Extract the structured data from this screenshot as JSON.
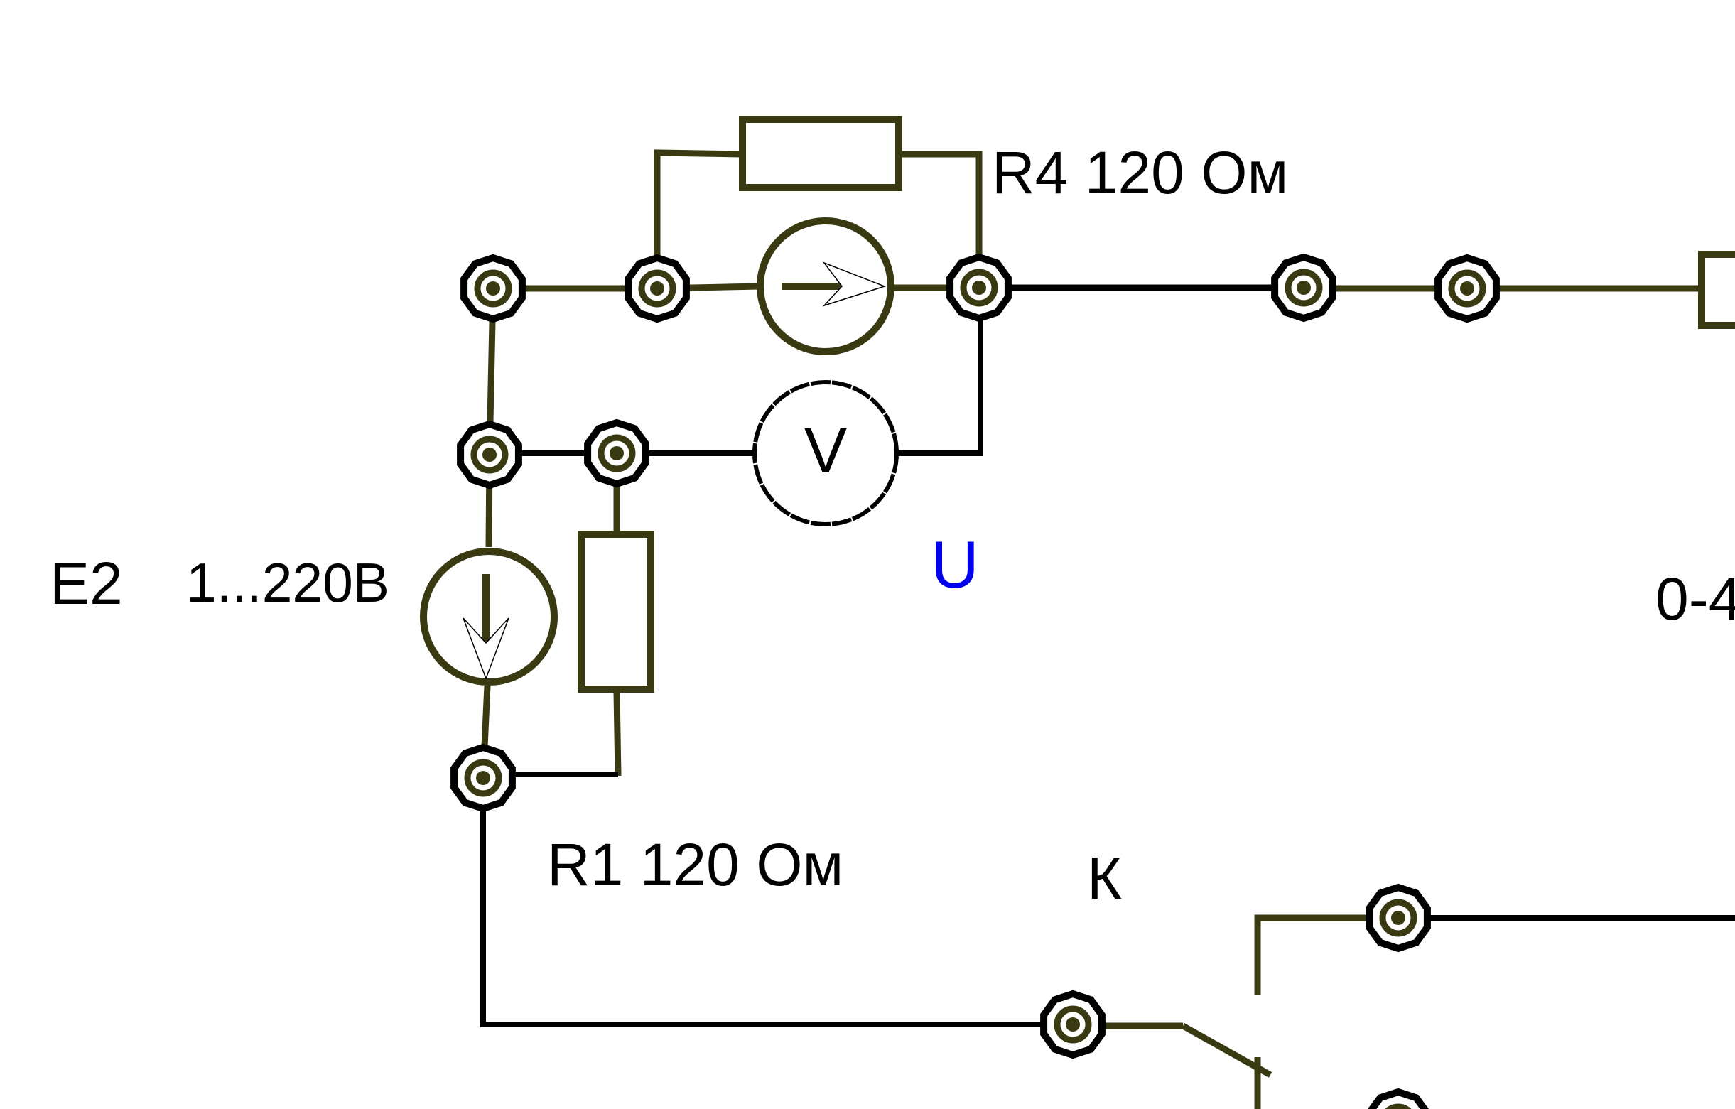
{
  "labels": {
    "r4": "R4  120 Ом",
    "r1": "R1  120 Ом",
    "e2_name": "E2",
    "e2_range": "1...220В",
    "voltmeter_symbol": "V",
    "voltage_label": "U",
    "switch_label": "К",
    "right_range": "0-4"
  },
  "colors": {
    "wire": "#3a3a12",
    "black": "#000000",
    "voltage_label": "#0000ee"
  }
}
